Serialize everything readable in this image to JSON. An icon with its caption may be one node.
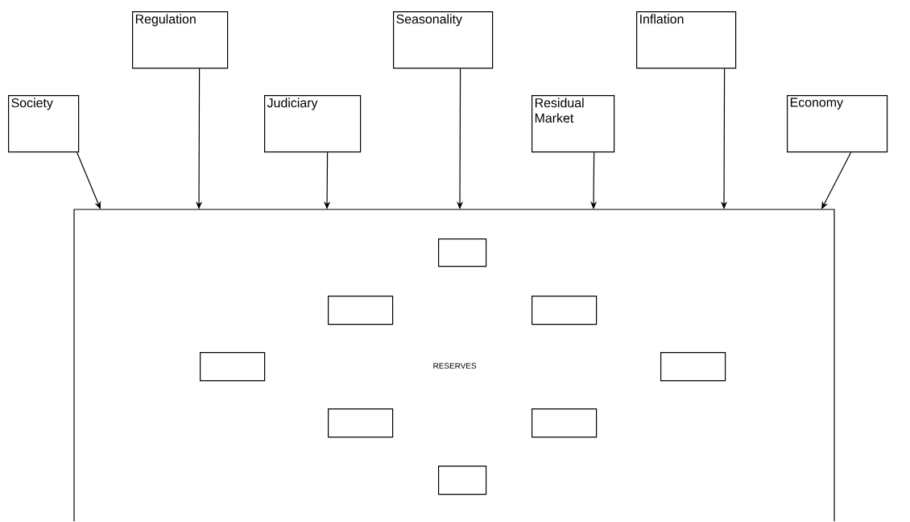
{
  "diagram": {
    "nodes": [
      {
        "text": [
          "Society"
        ]
      },
      {
        "text": [
          "Regulation"
        ]
      },
      {
        "text": [
          "Judiciary"
        ]
      },
      {
        "text": [
          "Seasonality"
        ]
      },
      {
        "text": [
          "Residual Market"
        ]
      },
      {
        "text": [
          "Inflation"
        ]
      },
      {
        "text": [
          "Economy"
        ]
      },
      {
        "text": [
          "RESERVES"
        ]
      },
      {
        "text": [],
        "shape": "box",
        "in": 7
      },
      {
        "text": [],
        "shape": "box",
        "in": 7
      },
      {
        "text": [],
        "shape": "box",
        "in": 7
      },
      {
        "text": [],
        "shape": "box",
        "in": 7
      },
      {
        "text": [],
        "shape": "box",
        "in": 7
      },
      {
        "text": [],
        "shape": "box",
        "in": 7
      },
      {
        "text": [],
        "shape": "box",
        "in": 7
      },
      {
        "text": [],
        "shape": "box",
        "in": 7
      }
    ],
    "edges": [
      {
        "from": 0,
        "to": 7,
        "arrow": "to"
      },
      {
        "from": 1,
        "to": 7,
        "arrow": "to"
      },
      {
        "from": 2,
        "to": 7,
        "arrow": "to"
      },
      {
        "from": 3,
        "to": 7,
        "arrow": "to"
      },
      {
        "from": 4,
        "to": 7,
        "arrow": "to"
      },
      {
        "from": 5,
        "to": 7,
        "arrow": "to"
      },
      {
        "from": 6,
        "to": 7,
        "arrow": "to"
      }
    ]
  }
}
